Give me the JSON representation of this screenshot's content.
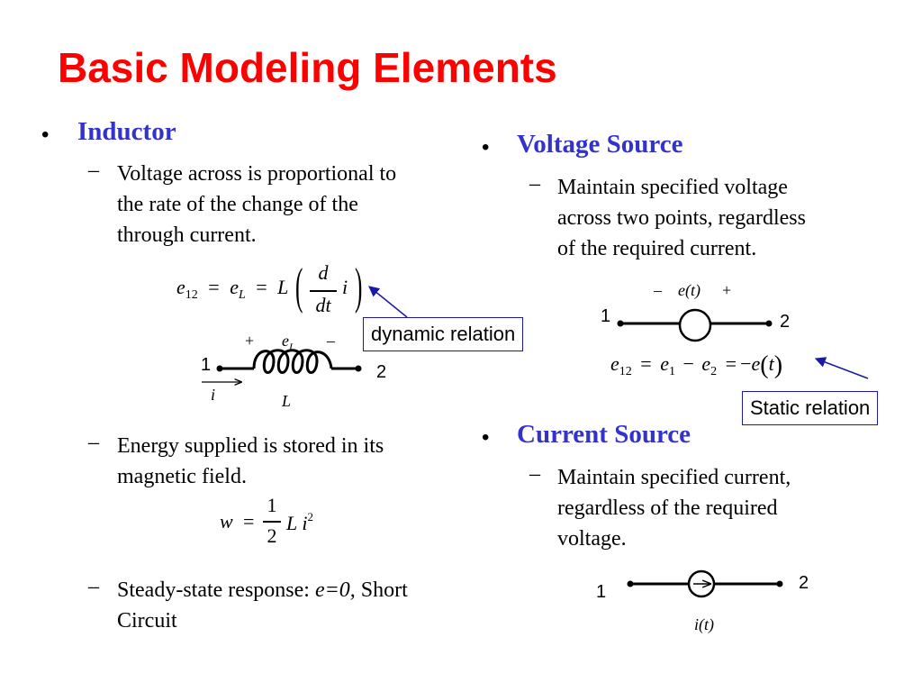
{
  "slide": {
    "title": "Basic Modeling Elements"
  },
  "colors": {
    "title": "#ff0000",
    "heading": "#3333cc",
    "arrow": "#1a1aa6"
  },
  "inductor": {
    "bullet": "•",
    "heading": "Inductor",
    "points": [
      {
        "dash": "–",
        "lines": [
          "Voltage across is proportional to",
          "the rate of the change of the",
          "through current."
        ]
      },
      {
        "dash": "–",
        "lines": [
          "Energy supplied is stored in its",
          "magnetic field."
        ]
      }
    ],
    "steady": {
      "dash": "–",
      "prefix": "Steady-state response: ",
      "italic": "e=0,",
      "suffix": " Short",
      "line2": "Circuit"
    },
    "equation": {
      "lhs_e": "e",
      "lhs_sub": "12",
      "eq1": "=",
      "e": "e",
      "sub_L": "L",
      "eq2": "=",
      "L": "L",
      "num": "d",
      "den": "dt",
      "i": "i",
      "lparen": "(",
      "rparen": ")"
    },
    "callout": "dynamic relation",
    "diagram": {
      "plus": "+",
      "minus": "–",
      "e": "e",
      "e_sub": "L",
      "node1": "1",
      "node2": "2",
      "current": "i",
      "inductance": "L"
    },
    "energy_eq": {
      "w": "w",
      "eq": "=",
      "num": "1",
      "den": "2",
      "L": "L",
      "i": "i",
      "exp": "2"
    }
  },
  "voltage_source": {
    "bullet": "•",
    "heading": "Voltage Source",
    "point": {
      "dash": "–",
      "lines": [
        "Maintain specified voltage",
        "across two points, regardless",
        "of the required current."
      ]
    },
    "diagram": {
      "minus": "–",
      "label": "e(t)",
      "plus": "+",
      "node1": "1",
      "node2": "2"
    },
    "equation": {
      "e": "e",
      "sub12": "12",
      "eq": "=",
      "e1": "e",
      "sub1": "1",
      "minus": "−",
      "e2": "e",
      "sub2": "2",
      "eq2": "=",
      "neg": "−",
      "ef": "e",
      "t": "t"
    },
    "callout": "Static relation"
  },
  "current_source": {
    "bullet": "•",
    "heading": "Current Source",
    "point": {
      "dash": "–",
      "lines": [
        "Maintain specified current,",
        "regardless of the required",
        "voltage."
      ]
    },
    "diagram": {
      "node1": "1",
      "node2": "2",
      "label": "i(t)"
    }
  }
}
